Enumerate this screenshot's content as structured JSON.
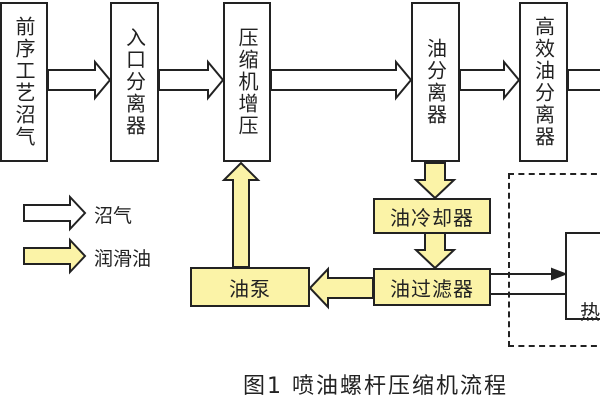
{
  "boxes": {
    "raw_gas": "前序工艺沼气",
    "inlet_separator": "入口分离器",
    "compression": "压缩机增压",
    "oil_separator": "油分离器",
    "hp_oil_separator": "高效油分离器",
    "oil_cooler": "油冷却器",
    "oil_filter": "油过滤器",
    "oil_pump": "油泵"
  },
  "legend": {
    "biogas": "沼气",
    "lube_oil": "润滑油"
  },
  "partial_label": "热",
  "caption": "图1 喷油螺杆压缩机流程",
  "colors": {
    "line": "#222222",
    "oil_fill": "#fbf3a7",
    "box_fill": "#ffffff"
  }
}
